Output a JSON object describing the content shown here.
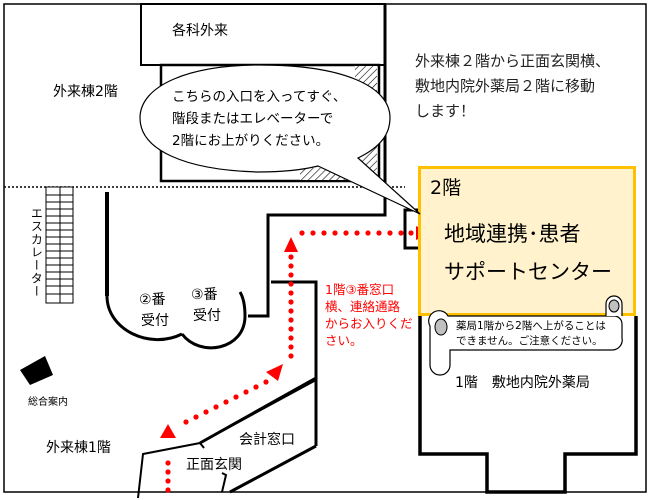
{
  "map": {
    "title_note": {
      "line1": "外来棟２階から正面玄関横、",
      "line2": "敷地内院外薬局２階に移動",
      "line3": "します！"
    },
    "rooms": {
      "outpatient_depts": "各科外来",
      "outpatient_2f": "外来棟2階",
      "outpatient_1f": "外来棟1階",
      "escalator": "エスカレーター",
      "reception_2": [
        "②番",
        "受付"
      ],
      "reception_3": [
        "③番",
        "受付"
      ],
      "general_info": "総合案内",
      "main_entrance": "正面玄関",
      "cashier": "会計窓口",
      "pharmacy_1f": "1階　敷地内院外薬局"
    },
    "speech_bubble": {
      "line1": "こちらの入口を入ってすぐ、",
      "line2": "階段またはエレベーターで",
      "line3": "2階にお上がりください。"
    },
    "destination": {
      "floor": "2階",
      "name_line1": "地域連携･患者",
      "name_line2": "サポートセンター",
      "bg_color": "#fff2cc",
      "border_color": "#ffc000"
    },
    "route_note": {
      "line1": "1階③番窓口",
      "line2": "横、連絡通路",
      "line3": "からお入りくだ",
      "line4": "さい。",
      "color": "#ff0000"
    },
    "scroll_note": {
      "line1": "薬局1階から2階へ上がることは",
      "line2": "できません。ご注意ください。"
    }
  }
}
